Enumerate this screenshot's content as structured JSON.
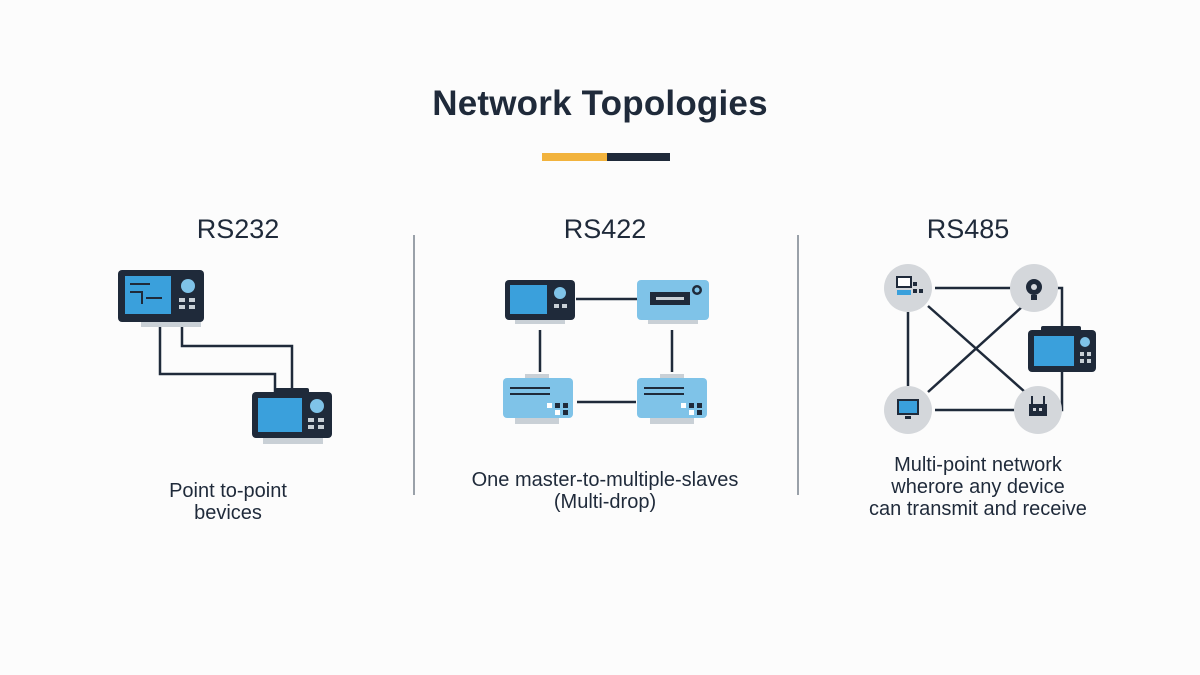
{
  "title": "Network Topologies",
  "colors": {
    "accent": "#f2b33d",
    "dark": "#1f2a3a",
    "device_screen": "#3aa0dc",
    "device_light": "#7fc3e8"
  },
  "panels": [
    {
      "heading": "RS232",
      "caption": [
        "Point to-point",
        "bevices"
      ]
    },
    {
      "heading": "RS422",
      "caption": [
        "One master-to-multiple-slaves",
        "(Multi-drop)"
      ]
    },
    {
      "heading": "RS485",
      "caption": [
        "Multi-point network",
        "wherore any device",
        "can transmit and receive"
      ]
    }
  ]
}
